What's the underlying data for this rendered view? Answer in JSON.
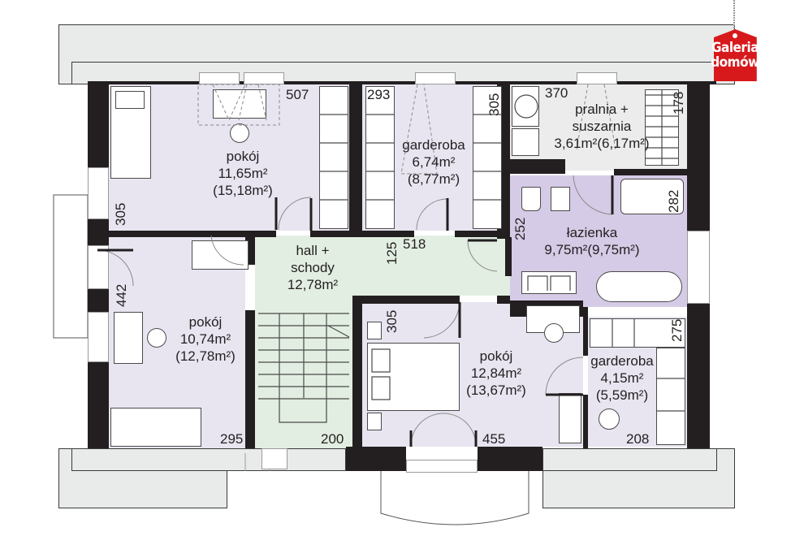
{
  "logo": {
    "line1": "Galeria",
    "line2": "domów",
    "color": "#d7191c"
  },
  "rooms": {
    "pokoj_nw": {
      "name": "pokój",
      "area": "11,65m²",
      "area_total": "(15,18m²)",
      "dims": [
        "507",
        "305"
      ]
    },
    "garderoba_n": {
      "name": "garderoba",
      "area": "6,74m²",
      "area_total": "(8,77m²)",
      "dims": [
        "293",
        "305"
      ]
    },
    "pralnia": {
      "name1": "pralnia +",
      "name2": "suszarnia",
      "area": "3,61m²(6,17m²)",
      "dims": [
        "370",
        "178"
      ]
    },
    "lazienka": {
      "name": "łazienka",
      "area": "9,75m²(9,75m²)",
      "dims": [
        "252",
        "282"
      ]
    },
    "hall": {
      "name1": "hall +",
      "name2": "schody",
      "area": "12,78m²",
      "dims": [
        "125",
        "518",
        "200"
      ]
    },
    "pokoj_w": {
      "name": "pokój",
      "area": "10,74m²",
      "area_total": "(12,78m²)",
      "dims": [
        "442",
        "295"
      ]
    },
    "pokoj_s": {
      "name": "pokój",
      "area": "12,84m²",
      "area_total": "(13,67m²)",
      "dims": [
        "305",
        "455"
      ]
    },
    "garderoba_se": {
      "name": "garderoba",
      "area": "4,15m²",
      "area_total": "(5,59m²)",
      "dims": [
        "275",
        "208"
      ]
    }
  },
  "colors": {
    "wall": "#231f20",
    "room": "#e8e5f1",
    "bathroom": "#d6cbe6",
    "hall": "#e2eee1",
    "roof": "#e9eaea"
  }
}
